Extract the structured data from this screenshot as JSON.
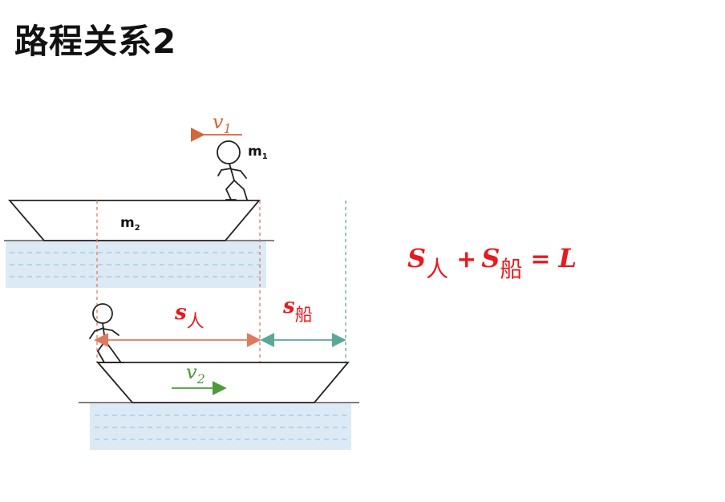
{
  "title": "路程关系2",
  "labels": {
    "v1_var": "v",
    "v1_sub": "1",
    "v2_var": "v",
    "v2_sub": "2",
    "m1_var": "m",
    "m1_sub": "1",
    "m2_var": "m",
    "m2_sub": "2",
    "s_person_var": "s",
    "s_person_sub": "人",
    "s_boat_var": "s",
    "s_boat_sub": "船"
  },
  "equation": {
    "s1_var": "S",
    "s1_sub": "人",
    "plus": "+",
    "s2_var": "S",
    "s2_sub": "船",
    "equals": "=",
    "rhs": "L"
  },
  "colors": {
    "red": "#e8191f",
    "person_arrow": "#e07a5f",
    "boat_arrow": "#5aa898",
    "v1_color": "#d4663a",
    "v2_color": "#4e9a3a",
    "water": "#dbeaf5"
  }
}
